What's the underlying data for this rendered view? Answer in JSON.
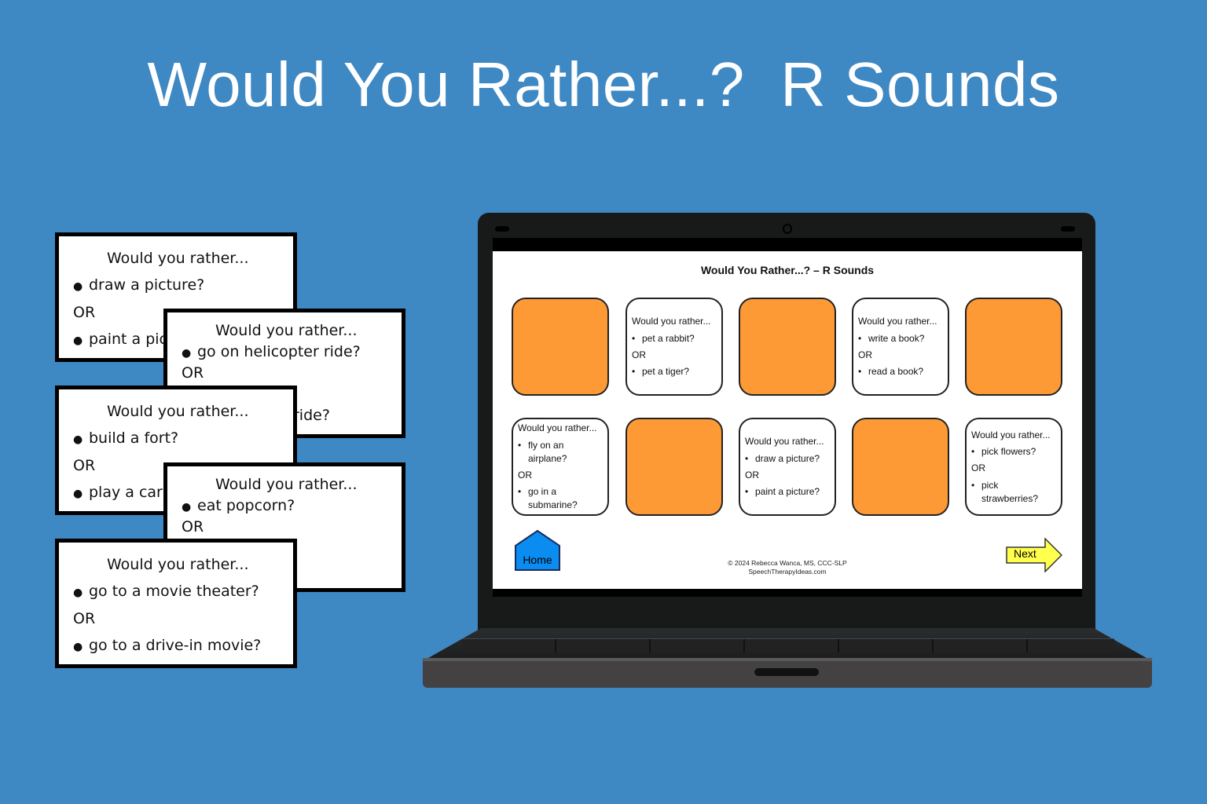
{
  "title": "Would You Rather...?  R Sounds",
  "colors": {
    "background": "#3e88c3",
    "tile_orange": "#fe9a36",
    "home_button": "#0a8cf0",
    "next_button": "#ffff4d"
  },
  "paper_cards": [
    {
      "heading": "Would you rather...",
      "option1": "draw a picture?",
      "or": "OR",
      "option2": "paint a pic"
    },
    {
      "heading": "Would you rather...",
      "option1": "go on helicopter ride?",
      "or": "OR",
      "option2": "ride?"
    },
    {
      "heading": "Would you rather...",
      "option1": "build a fort?",
      "or": "OR",
      "option2": "play a car"
    },
    {
      "heading": "Would you rather...",
      "option1": "eat popcorn?",
      "or": "OR"
    },
    {
      "heading": "Would you rather...",
      "option1": "go to a movie theater?",
      "or": "OR",
      "option2": "go to a drive-in movie?"
    }
  ],
  "screen": {
    "title": "Would You Rather...? – R Sounds",
    "tiles": [
      {
        "state": "hidden"
      },
      {
        "state": "revealed",
        "heading": "Would you rather...",
        "option1": "pet a rabbit?",
        "or": "OR",
        "option2": "pet a tiger?"
      },
      {
        "state": "hidden"
      },
      {
        "state": "revealed",
        "heading": "Would you rather...",
        "option1": "write a book?",
        "or": "OR",
        "option2": "read a book?"
      },
      {
        "state": "hidden"
      },
      {
        "state": "revealed",
        "heading": "Would you rather...",
        "option1": "fly on an airplane?",
        "or": "OR",
        "option2": "go in a submarine?"
      },
      {
        "state": "hidden"
      },
      {
        "state": "revealed",
        "heading": "Would you rather...",
        "option1": "draw a picture?",
        "or": "OR",
        "option2": "paint a picture?"
      },
      {
        "state": "hidden"
      },
      {
        "state": "revealed",
        "heading": "Would you rather...",
        "option1": "pick flowers?",
        "or": "OR",
        "option2": "pick strawberries?"
      }
    ],
    "home_label": "Home",
    "next_label": "Next",
    "copyright": "© 2024 Rebecca Wanca, MS, CCC-SLP",
    "website": "SpeechTherapyIdeas.com"
  }
}
